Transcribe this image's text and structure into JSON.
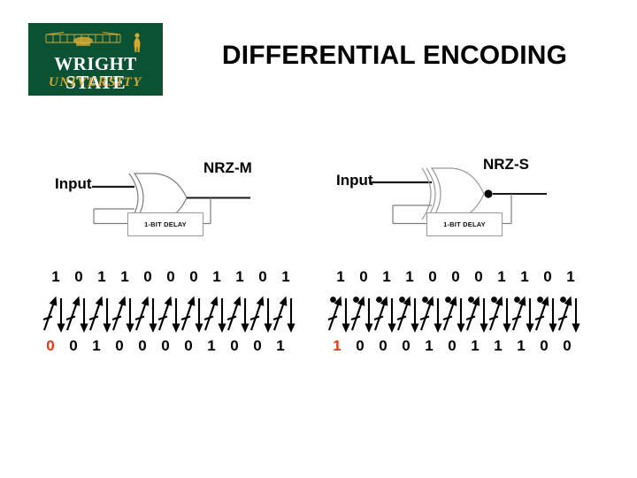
{
  "slide": {
    "title": "DIFFERENTIAL ENCODING",
    "background": "#ffffff"
  },
  "logo": {
    "name": "wright-state-university-logo",
    "line1": "WRIGHT STATE",
    "line2": "UNIVERSITY",
    "green": "#0a5233",
    "gold": "#d4aa33",
    "white": "#ffffff"
  },
  "diagrams": [
    {
      "id": "nrz-m",
      "input_label": "Input",
      "output_label": "NRZ-M",
      "delay_label": "1-BIT DELAY",
      "gate_type": "xor",
      "has_output_bubble": false,
      "input_bits": [
        "1",
        "0",
        "1",
        "1",
        "0",
        "0",
        "0",
        "1",
        "1",
        "0",
        "1"
      ],
      "output_bits": [
        "0",
        "0",
        "1",
        "0",
        "0",
        "0",
        "0",
        "1",
        "0",
        "0",
        "1"
      ],
      "first_bit_color": "#e8380d",
      "arrow_count": 11,
      "arrow_has_dot": false
    },
    {
      "id": "nrz-s",
      "input_label": "Input",
      "output_label": "NRZ-S",
      "delay_label": "1-BIT DELAY",
      "gate_type": "xnor",
      "has_output_bubble": true,
      "input_bits": [
        "1",
        "0",
        "1",
        "1",
        "0",
        "0",
        "0",
        "1",
        "1",
        "0",
        "1"
      ],
      "output_bits": [
        "1",
        "0",
        "0",
        "0",
        "1",
        "0",
        "1",
        "1",
        "1",
        "0",
        "0"
      ],
      "first_bit_color": "#e8380d",
      "arrow_count": 11,
      "arrow_has_dot": true
    }
  ],
  "colors": {
    "wire": "#8e8e8e",
    "wire_dark": "#1a1a1a",
    "text": "#000000",
    "accent_red": "#e8380d"
  }
}
